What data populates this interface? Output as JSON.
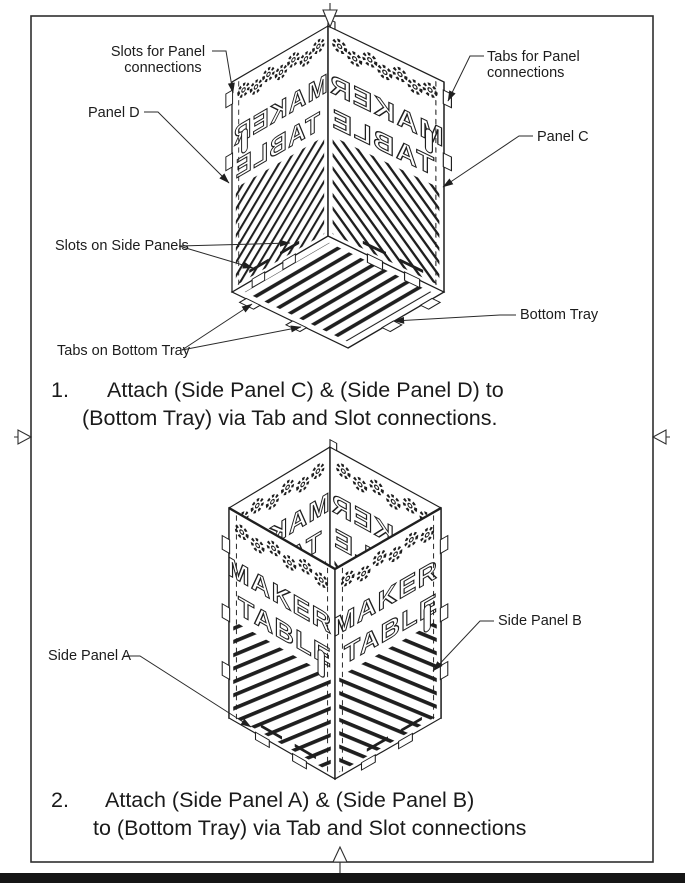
{
  "drawing": {
    "engraving": {
      "maker": "MAKER",
      "table": "TABLE"
    },
    "fig1": {
      "labels": {
        "slots_for_panel_1": "Slots for Panel",
        "slots_for_panel_2": "connections",
        "panel_d": "Panel D",
        "tabs_for_panel_1": "Tabs for Panel",
        "tabs_for_panel_2": "connections",
        "panel_c": "Panel C",
        "slots_on_side_panels": "Slots on Side Panels",
        "tabs_on_bottom_tray": "Tabs on Bottom Tray",
        "bottom_tray": "Bottom Tray"
      }
    },
    "fig2": {
      "labels": {
        "side_panel_a": "Side Panel A",
        "side_panel_b": "Side Panel B"
      }
    },
    "steps": [
      {
        "num": "1.",
        "line1": "Attach (Side Panel C) & (Side Panel D) to",
        "line2": "(Bottom Tray) via Tab and Slot connections."
      },
      {
        "num": "2.",
        "line1": "Attach (Side Panel A) & (Side Panel B)",
        "line2": "to (Bottom Tray) via Tab and Slot connections"
      }
    ],
    "colors": {
      "line": "#1f1f1f",
      "border": "#2f2f2f",
      "label": "#1c1c1c"
    }
  }
}
